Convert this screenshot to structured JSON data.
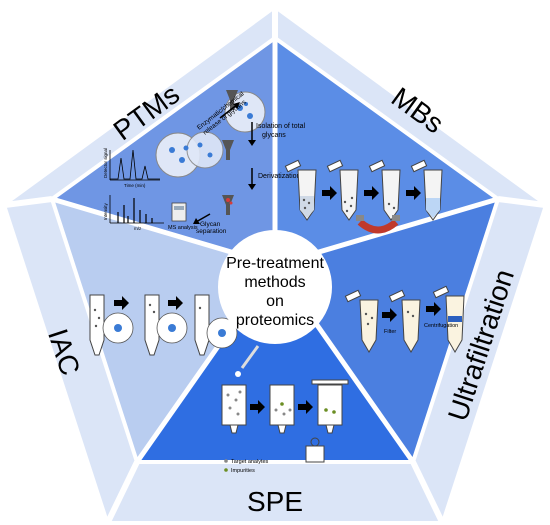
{
  "center": {
    "line1": "Pre-treatment",
    "line2": "methods",
    "line3": "on",
    "line4": "proteomics"
  },
  "sections": {
    "ptms": {
      "label": "PTMs",
      "color": "#6f96e4",
      "steps": {
        "enzymatic_line1": "Enzymatic/chemical",
        "enzymatic_line2": "release of glycans",
        "isolation_line1": "Isolation of total",
        "isolation_line2": "glycans",
        "derivatization": "Derivatization",
        "separation_line1": "Glycan",
        "separation_line2": "separation",
        "ms_analysis": "MS analysis"
      },
      "chart_labels": {
        "detector_signal": "Detector signal",
        "time": "Time (min)",
        "intensity": "Intensity",
        "mz": "m/z"
      }
    },
    "mbs": {
      "label": "MBs",
      "color": "#5b8de6"
    },
    "ultrafiltration": {
      "label": "Ultrafiltration",
      "color": "#4b7fe0",
      "steps": {
        "filter": "Filter",
        "centrifugation": "Centrifugation"
      }
    },
    "spe": {
      "label": "SPE",
      "color": "#2f6ee2",
      "legend": {
        "target": "Target analytes",
        "impurities": "Impurities"
      }
    },
    "iac": {
      "label": "IAC",
      "color": "#b9cdf0"
    }
  },
  "colors": {
    "outer_ring": "#dbe5f7",
    "outer_stroke": "#ffffff",
    "center_fill": "#ffffff",
    "bead_blue": "#2b6cd6",
    "magnet_red": "#c0392b"
  }
}
